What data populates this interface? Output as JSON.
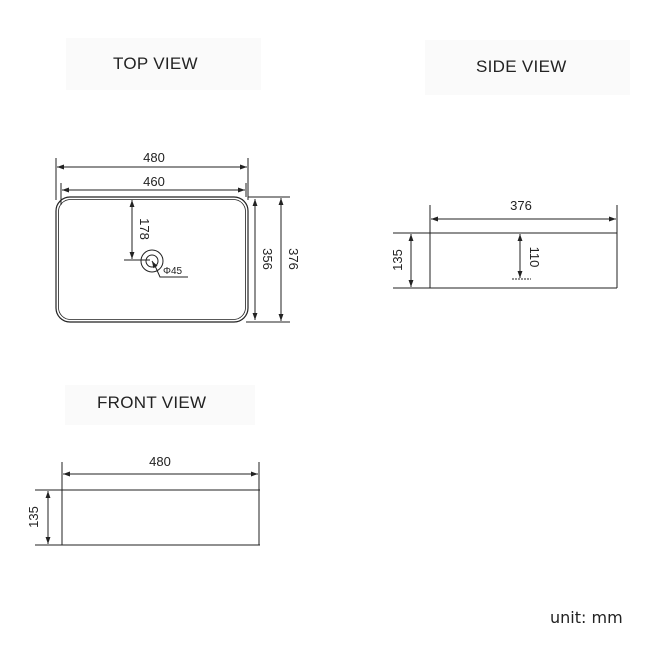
{
  "views": {
    "top": {
      "title": "TOP VIEW",
      "dims": {
        "overall_length": "480",
        "inner_length": "460",
        "inner_width": "356",
        "overall_width": "376",
        "drain_offset": "178",
        "drain_diameter": "Φ45"
      }
    },
    "side": {
      "title": "SIDE VIEW",
      "dims": {
        "width": "376",
        "height": "135",
        "inner_depth": "110"
      }
    },
    "front": {
      "title": "FRONT VIEW",
      "dims": {
        "length": "480",
        "height": "135"
      }
    }
  },
  "unit_label": "unit: mm",
  "colors": {
    "line": "#222222",
    "label_bg": "#fafafa",
    "background": "#ffffff"
  }
}
